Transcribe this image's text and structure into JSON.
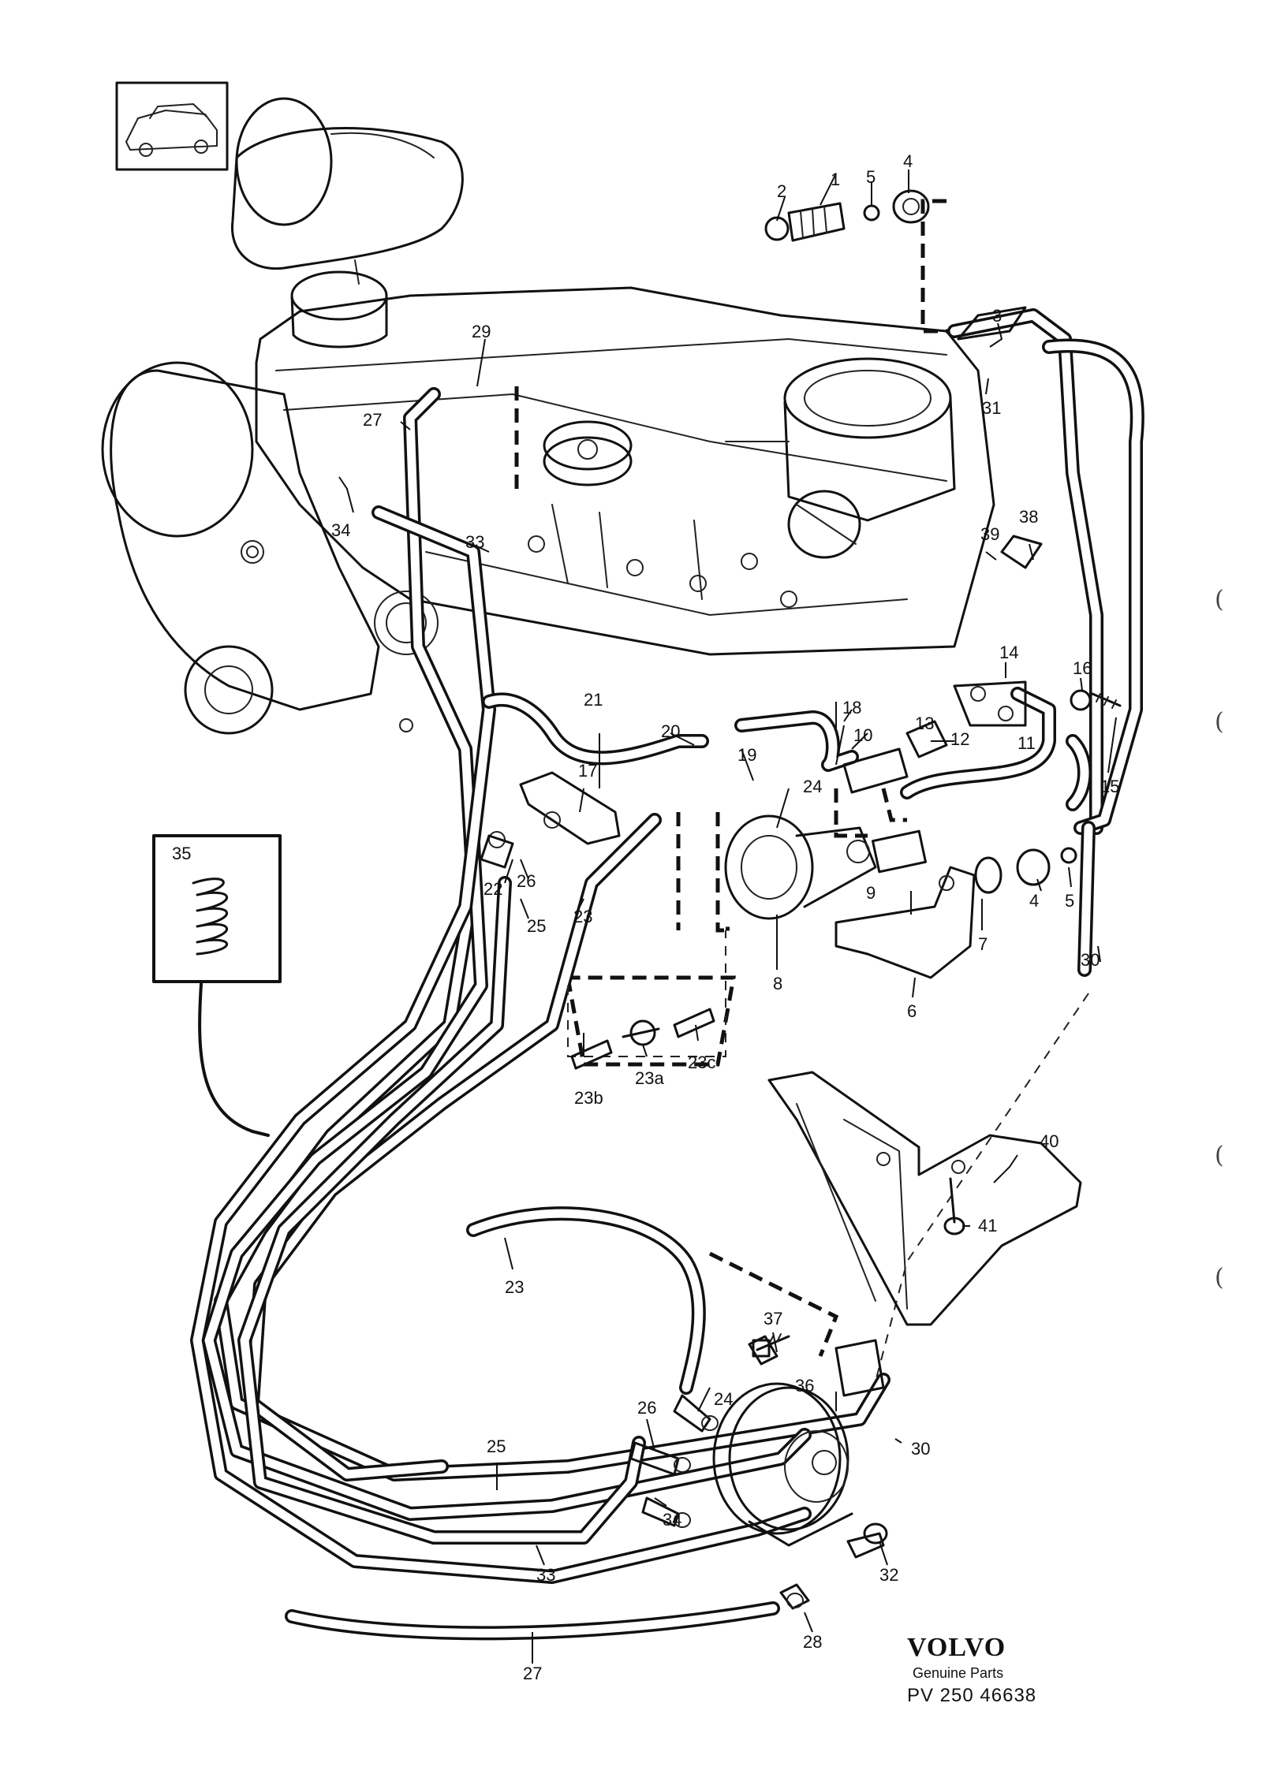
{
  "brand": {
    "name": "VOLVO",
    "subtitle": "Genuine Parts",
    "code": "PV 250 46638"
  },
  "callouts": [
    {
      "id": "c1",
      "text": "1"
    },
    {
      "id": "c2",
      "text": "2"
    },
    {
      "id": "c3",
      "text": "3"
    },
    {
      "id": "c4a",
      "text": "4"
    },
    {
      "id": "c4b",
      "text": "4"
    },
    {
      "id": "c5a",
      "text": "5"
    },
    {
      "id": "c5b",
      "text": "5"
    },
    {
      "id": "c6",
      "text": "6"
    },
    {
      "id": "c7",
      "text": "7"
    },
    {
      "id": "c8",
      "text": "8"
    },
    {
      "id": "c9",
      "text": "9"
    },
    {
      "id": "c10",
      "text": "10"
    },
    {
      "id": "c11",
      "text": "11"
    },
    {
      "id": "c12",
      "text": "12"
    },
    {
      "id": "c13",
      "text": "13"
    },
    {
      "id": "c14",
      "text": "14"
    },
    {
      "id": "c15",
      "text": "15"
    },
    {
      "id": "c16",
      "text": "16"
    },
    {
      "id": "c17",
      "text": "17"
    },
    {
      "id": "c18",
      "text": "18"
    },
    {
      "id": "c19",
      "text": "19"
    },
    {
      "id": "c20",
      "text": "20"
    },
    {
      "id": "c21",
      "text": "21"
    },
    {
      "id": "c22",
      "text": "22"
    },
    {
      "id": "c23a",
      "text": "23"
    },
    {
      "id": "c23b",
      "text": "23"
    },
    {
      "id": "c23al",
      "text": "23a"
    },
    {
      "id": "c23bl",
      "text": "23b"
    },
    {
      "id": "c23cl",
      "text": "23c"
    },
    {
      "id": "c24a",
      "text": "24"
    },
    {
      "id": "c24b",
      "text": "24"
    },
    {
      "id": "c25a",
      "text": "25"
    },
    {
      "id": "c25b",
      "text": "25"
    },
    {
      "id": "c26a",
      "text": "26"
    },
    {
      "id": "c26b",
      "text": "26"
    },
    {
      "id": "c27a",
      "text": "27"
    },
    {
      "id": "c27b",
      "text": "27"
    },
    {
      "id": "c28",
      "text": "28"
    },
    {
      "id": "c29",
      "text": "29"
    },
    {
      "id": "c30a",
      "text": "30"
    },
    {
      "id": "c30b",
      "text": "30"
    },
    {
      "id": "c31",
      "text": "31"
    },
    {
      "id": "c32",
      "text": "32"
    },
    {
      "id": "c33a",
      "text": "33"
    },
    {
      "id": "c33b",
      "text": "33"
    },
    {
      "id": "c34a",
      "text": "34"
    },
    {
      "id": "c34b",
      "text": "34"
    },
    {
      "id": "c35",
      "text": "35"
    },
    {
      "id": "c36",
      "text": "36"
    },
    {
      "id": "c37",
      "text": "37"
    },
    {
      "id": "c38",
      "text": "38"
    },
    {
      "id": "c39",
      "text": "39"
    },
    {
      "id": "c40",
      "text": "40"
    },
    {
      "id": "c41",
      "text": "41"
    }
  ],
  "colors": {
    "ink": "#111111",
    "paper": "#ffffff"
  }
}
